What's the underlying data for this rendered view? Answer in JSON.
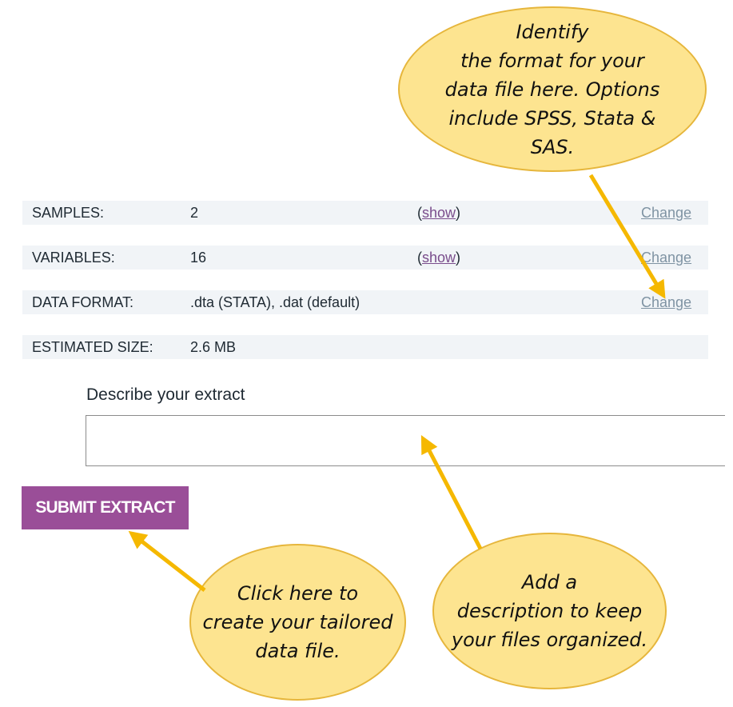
{
  "extract_summary": {
    "rows": [
      {
        "label": "SAMPLES:",
        "value": "2",
        "show_prefix": "(",
        "show_link": "show",
        "show_suffix": ")",
        "change": "Change"
      },
      {
        "label": "VARIABLES:",
        "value": "16",
        "show_prefix": "(",
        "show_link": "show",
        "show_suffix": ")",
        "change": "Change"
      },
      {
        "label": "DATA FORMAT:",
        "value": ".dta (STATA), .dat (default)",
        "change": "Change"
      },
      {
        "label": "ESTIMATED SIZE:",
        "value": "2.6 MB"
      }
    ]
  },
  "describe": {
    "label": "Describe your extract",
    "value": ""
  },
  "submit": {
    "label": "SUBMIT EXTRACT"
  },
  "callouts": {
    "format": "Identify\nthe format for your\ndata file here. Options\ninclude SPSS, Stata &\nSAS.",
    "submit": "Click here to\ncreate your tailored\ndata file.",
    "describe": "Add a\ndescription to keep\nyour files organized."
  },
  "colors": {
    "submit_bg": "#9a4e98",
    "row_bg": "#f1f4f7",
    "callout_fill": "#fde490",
    "callout_border": "#e6b63c",
    "arrow": "#f5b800",
    "link_show": "#7a4d8c",
    "link_change": "#7f93a3"
  }
}
